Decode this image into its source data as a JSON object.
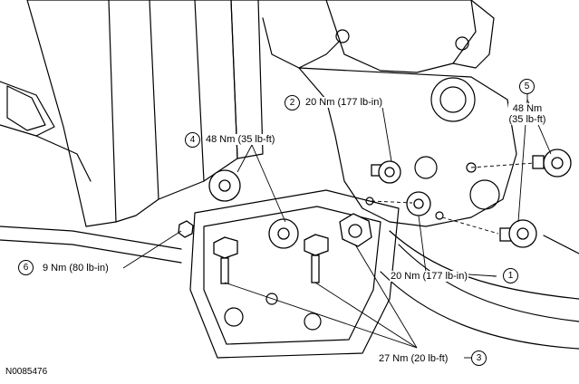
{
  "callouts": [
    {
      "num": "1",
      "torque": "20 Nm (177 lb-in)"
    },
    {
      "num": "2",
      "torque": "20 Nm (177 lb-in)"
    },
    {
      "num": "3",
      "torque": "27 Nm (20 lb-ft)"
    },
    {
      "num": "4",
      "torque": "48 Nm (35 lb-ft)"
    },
    {
      "num": "5",
      "torque_line1": "48 Nm",
      "torque_line2": "(35 lb-ft)"
    },
    {
      "num": "6",
      "torque": "9 Nm (80 lb-in)"
    }
  ],
  "figure_code": "N0085476",
  "colors": {
    "line": "#000000",
    "background": "#ffffff"
  }
}
